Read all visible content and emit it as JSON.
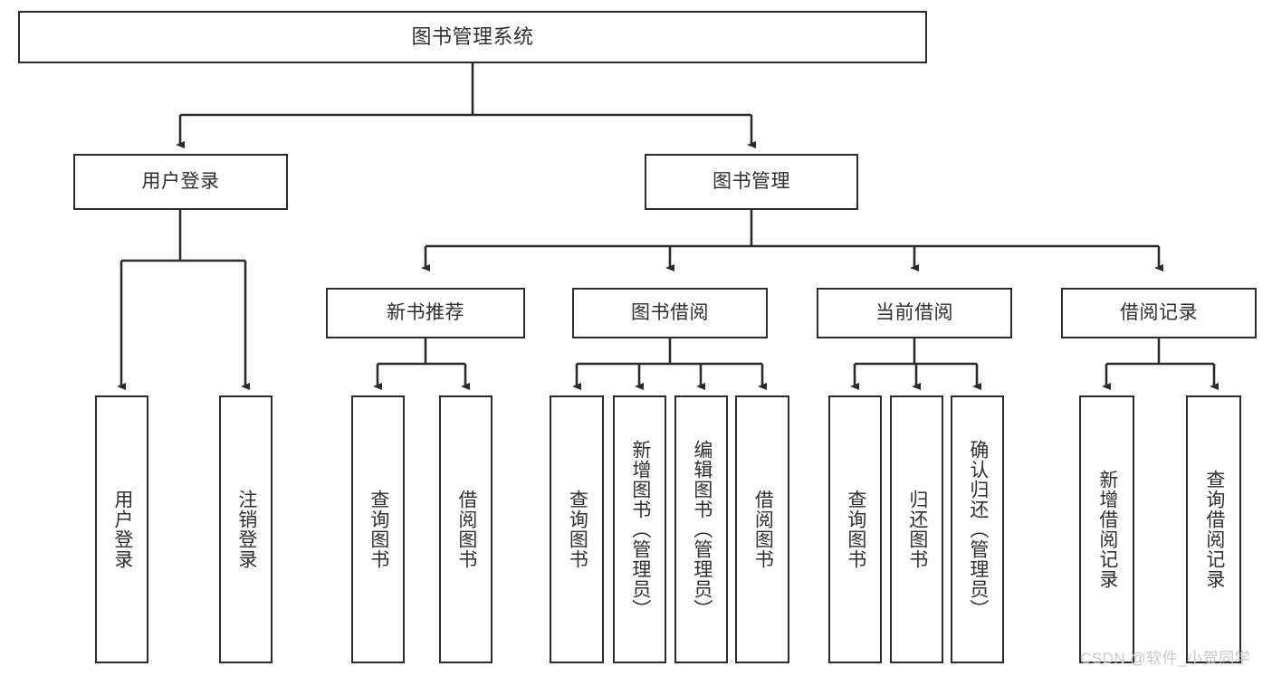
{
  "diagram": {
    "type": "tree",
    "title": "图书管理系统",
    "orientation": "top-down",
    "colors": {
      "box_border": "#2b2b2b",
      "box_fill": "#ffffff",
      "text": "#2f2f2f",
      "edge": "#2b2b2b",
      "watermark": "#c9c9c9",
      "background": "#ffffff"
    },
    "root": {
      "label": "图书管理系统"
    },
    "level2": [
      {
        "label": "用户登录"
      },
      {
        "label": "图书管理"
      }
    ],
    "level3": [
      {
        "label": "新书推荐"
      },
      {
        "label": "图书借阅"
      },
      {
        "label": "当前借阅"
      },
      {
        "label": "借阅记录"
      }
    ],
    "leaves_user_login": [
      {
        "label": "用户登录"
      },
      {
        "label": "注销登录"
      }
    ],
    "leaves_new_book": [
      {
        "label": "查询图书"
      },
      {
        "label": "借阅图书"
      }
    ],
    "leaves_borrow": [
      {
        "label": "查询图书"
      },
      {
        "label": "新增图书（管理员）"
      },
      {
        "label": "编辑图书（管理员）"
      },
      {
        "label": "借阅图书"
      }
    ],
    "leaves_current": [
      {
        "label": "查询图书"
      },
      {
        "label": "归还图书"
      },
      {
        "label": "确认归还（管理员）"
      }
    ],
    "leaves_records": [
      {
        "label": "新增借阅记录"
      },
      {
        "label": "查询借阅记录"
      }
    ]
  },
  "watermark": {
    "text": "CSDN @软件_小贺同学"
  }
}
